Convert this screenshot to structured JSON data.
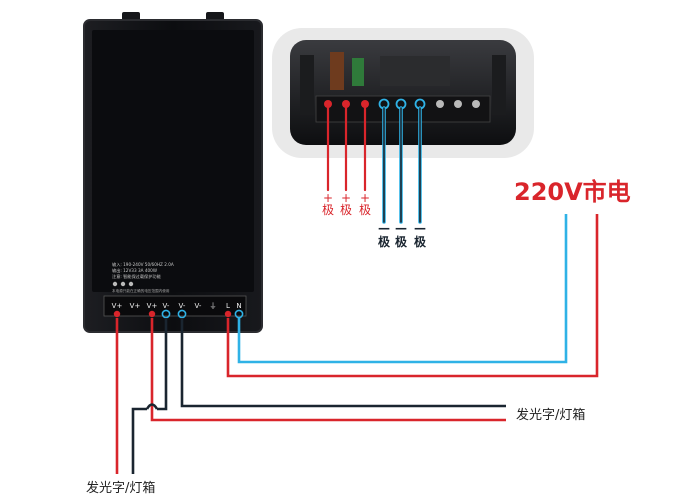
{
  "psu": {
    "spec_lines": [
      "输入: 190-240V 50/60HZ 2.0A",
      "输出: 12V33 3A 400W",
      "注意: 智能保过载保护功能"
    ],
    "spec_footer": "本电源只能在正确的电压范围内使用",
    "terminals": [
      "V+",
      "V+",
      "V+",
      "V-",
      "V-",
      "V-",
      "⏚",
      "L",
      "N"
    ]
  },
  "inset": {
    "plus_labels": [
      {
        "sign": "+",
        "char": "极"
      },
      {
        "sign": "+",
        "char": "极"
      },
      {
        "sign": "+",
        "char": "极"
      }
    ],
    "minus_labels": [
      {
        "sign": "—",
        "char": "极"
      },
      {
        "sign": "—",
        "char": "极"
      },
      {
        "sign": "—",
        "char": "极"
      }
    ]
  },
  "mains_label": "220V市电",
  "load_label_right": "发光字/灯箱",
  "load_label_bottom": "发光字/灯箱",
  "colors": {
    "red_wire": "#d9252b",
    "blue_wire": "#2fb2e6",
    "dark_wire": "#1a2530",
    "mains_text": "#d9252b",
    "psu_body": "#0e0f12"
  }
}
